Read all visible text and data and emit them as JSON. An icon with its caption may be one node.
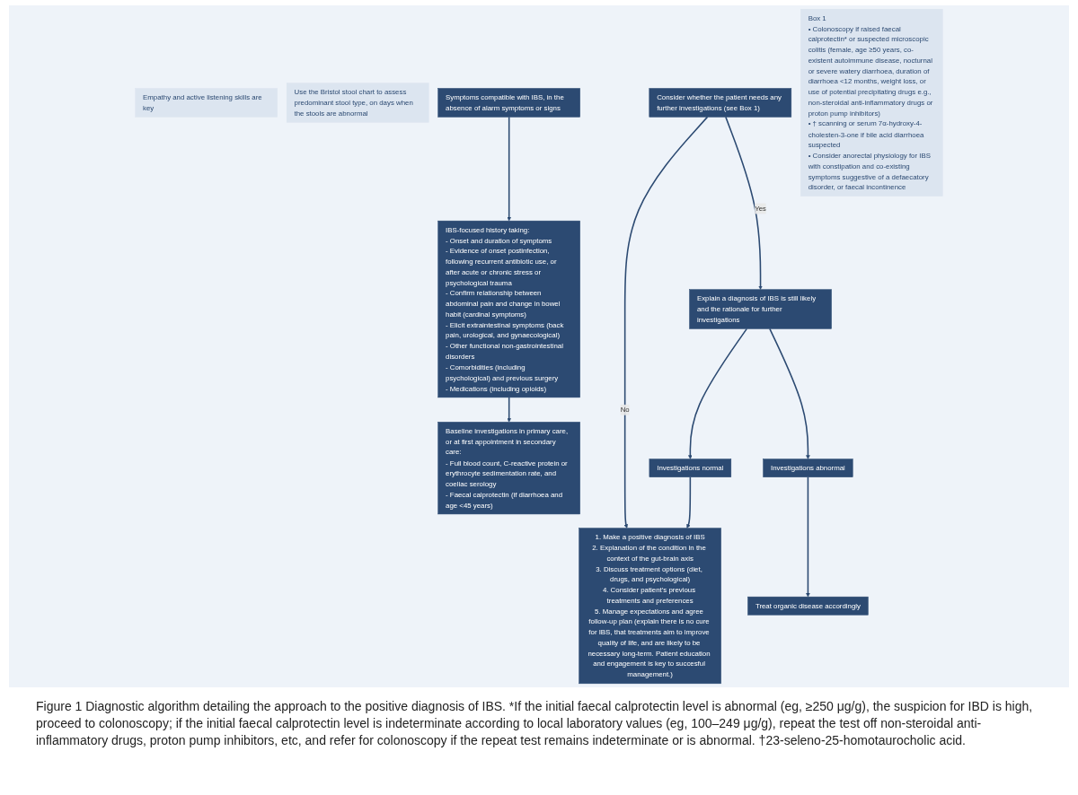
{
  "diagram": {
    "caption": "Figure 1 Diagnostic algorithm detailing the approach to the positive diagnosis of IBS. *If the initial faecal calprotectin level is abnormal (eg, ≥250 μg/g), the suspicion for IBD is high, proceed to colonoscopy; if the initial faecal calprotectin level is indeterminate according to local laboratory values (eg, 100–249 μg/g), repeat the test off non-steroidal anti-inflammatory drugs, proton pump inhibitors, etc, and refer for colonoscopy if the repeat test remains indeterminate or is abnormal. †23-seleno-25-homotaurocholic acid.",
    "nodes": [
      {
        "text": [
          "Symptoms compatible with IBS, in the absence of alarm symptoms or signs"
        ]
      },
      {
        "text": [
          "IBS-focused history taking:",
          "- Onset and duration of symptoms",
          "- Evidence of onset postinfection, following recurrent antibiotic use, or after acute or chronic stress or psychological trauma",
          "- Confirm relationship between abdominal pain and change in bowel habit (cardinal symptoms)",
          "- Elicit extraintestinal symptoms (back pain, urological, and gynaecological)",
          "- Other functional non-gastrointestinal disorders",
          "- Comorbidities (including psychological) and previous surgery",
          "- Medications (including opioids)"
        ]
      },
      {
        "text": [
          "Empathy and active listening skills are key"
        ]
      },
      {
        "text": [
          "Use the Bristol stool chart to assess predominant stool type, on days when the stools are abnormal"
        ]
      },
      {
        "text": [
          "Box 1",
          "• Colonoscopy if raised faecal calprotectin* or suspected microscopic colitis (female, age ≥50 years, co-existent autoimmune disease, nocturnal or severe watery diarrhoea, duration of diarrhoea <12 months, weight loss, or use of potential precipitating drugs e.g., non-steroidal anti-inflammatory drugs or proton pump inhibitors)",
          "• † scanning or serum 7α-hydroxy-4-cholesten-3-one if bile acid diarrhoea suspected",
          "• Consider anorectal physiology for IBS with constipation and co-existing symptoms suggestive of a defaecatory disorder, or faecal incontinence"
        ]
      },
      {
        "text": [
          "Baseline investigations in primary care, or at first appointment in secondary care:",
          "- Full blood count, C-reactive protein or erythrocyte sedimentation rate, and coeliac serology",
          "- Faecal calprotectin (if diarrhoea and age <45 years)"
        ]
      },
      {
        "text": [
          "Consider whether the patient needs any further investigations (see Box 1)"
        ]
      },
      {
        "text": [
          "1. Make a positive diagnosis of IBS",
          "2. Explanation of the condition in the context of the gut-brain axis",
          "3. Discuss treatment options (diet, drugs, and psychological)",
          "4. Consider patient’s previous treatments and preferences",
          "5. Manage expectations and agree follow-up plan (explain there is no cure for IBS, that treatments aim to improve quality of life, and are likely to be necessary long-term. Patient education and engagement is key to succesful management.)"
        ]
      },
      {
        "text": [
          "Explain a diagnosis of IBS is still likely and the rationale for further investigations"
        ]
      },
      {
        "text": [
          "Investigations normal"
        ]
      },
      {
        "text": [
          "Investigations abnormal"
        ]
      },
      {
        "text": [
          "Treat organic disease accordingly"
        ]
      }
    ],
    "edges": [
      {
        "from": 0,
        "to": 1,
        "arrow": "to"
      },
      {
        "from": 1,
        "to": 5,
        "arrow": "to"
      },
      {
        "from": 6,
        "to": 7,
        "arrow": "to",
        "label": "No"
      },
      {
        "from": 6,
        "to": 8,
        "arrow": "to",
        "label": "Yes"
      },
      {
        "from": 8,
        "to": 9,
        "arrow": "to"
      },
      {
        "from": 8,
        "to": 10,
        "arrow": "to"
      },
      {
        "from": 10,
        "to": 11,
        "arrow": "to"
      },
      {
        "from": 9,
        "to": 7,
        "arrow": "to"
      }
    ]
  }
}
